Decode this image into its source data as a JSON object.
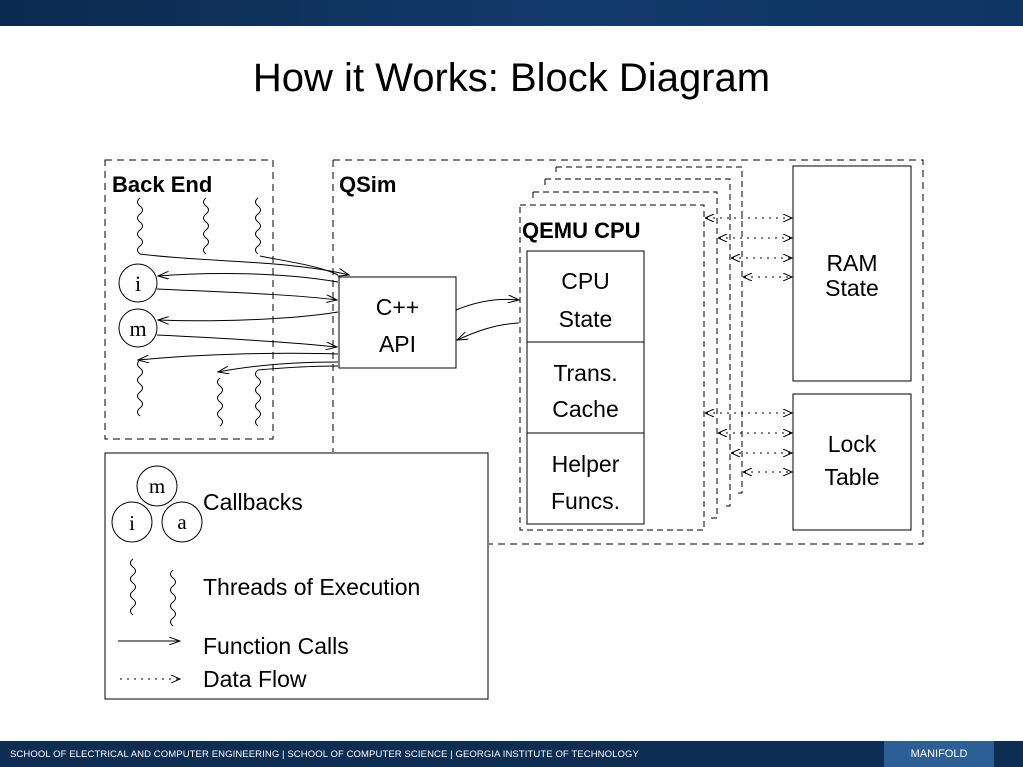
{
  "slide": {
    "title": "How it Works: Block Diagram"
  },
  "diagram": {
    "back_end_label": "Back End",
    "qsim_label": "QSim",
    "callback_i": "i",
    "callback_m": "m",
    "api_line1": "C++",
    "api_line2": "API",
    "qemu_label": "QEMU CPU",
    "cpu_state_line1": "CPU",
    "cpu_state_line2": "State",
    "trans_cache_line1": "Trans.",
    "trans_cache_line2": "Cache",
    "helper_line1": "Helper",
    "helper_line2": "Funcs.",
    "ram_line1": "RAM",
    "ram_line2": "State",
    "lock_line1": "Lock",
    "lock_line2": "Table"
  },
  "legend": {
    "callback_m": "m",
    "callback_i": "i",
    "callback_a": "a",
    "callbacks": "Callbacks",
    "threads": "Threads of Execution",
    "function_calls": "Function Calls",
    "data_flow": "Data Flow"
  },
  "footer": {
    "text": "SCHOOL OF ELECTRICAL AND COMPUTER ENGINEERING | SCHOOL OF COMPUTER SCIENCE | GEORGIA INSTITUTE OF TECHNOLOGY",
    "tag": "MANIFOLD"
  }
}
